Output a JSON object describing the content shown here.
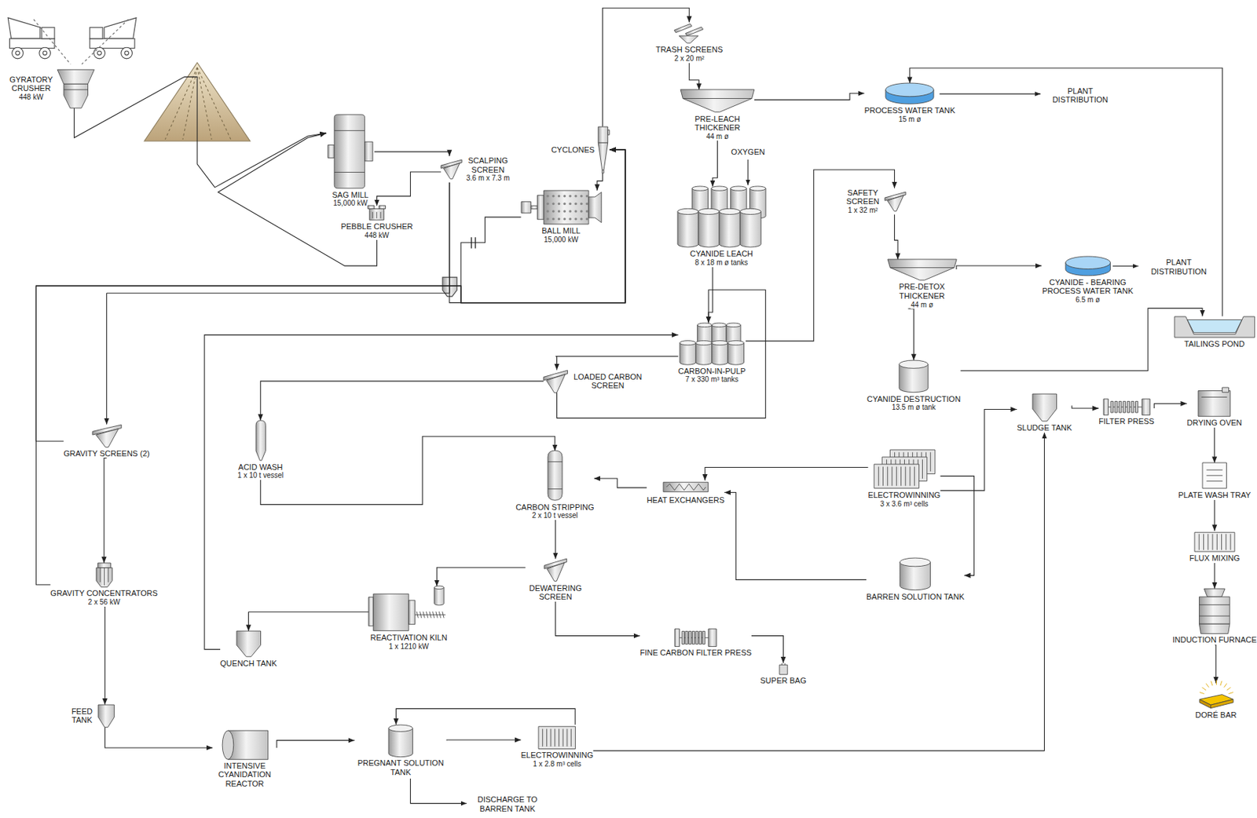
{
  "diagram": {
    "nodes": [
      {
        "text": [
          "GYRATORY CRUSHER",
          "448 kW"
        ]
      },
      {
        "text": [
          "TRASH SCREENS",
          "2 x 20 m²"
        ]
      },
      {
        "text": [
          "PROCESS WATER TANK",
          "15 m ø"
        ]
      },
      {
        "text": [
          "PRE-LEACH THICKENER",
          "44 m ø"
        ]
      },
      {
        "text": [
          "CYCLONES"
        ]
      },
      {
        "text": [
          "SCALPING SCREEN",
          "3.6 m x 7.3 m"
        ]
      },
      {
        "text": [
          "SAG MILL",
          "15,000 kW"
        ]
      },
      {
        "text": [
          "CYANIDE LEACH",
          "8 x 18 m ø tanks"
        ]
      },
      {
        "text": [
          "SAFETY SCREEN",
          "1 x 32 m²"
        ]
      },
      {
        "text": [
          "BALL MILL",
          "15,000 kW"
        ]
      },
      {
        "text": [
          "PEBBLE CRUSHER",
          "448 kW"
        ]
      },
      {
        "text": [
          "PRE-DETOX THICKENER",
          "44 m ø"
        ]
      },
      {
        "text": [
          "CYANIDE - BEARING PROCESS WATER TANK",
          "6.5 m ø"
        ]
      },
      {
        "text": [
          "TAILINGS POND"
        ]
      },
      {
        "text": [
          "CARBON-IN-PULP",
          "7 x 330 m³ tanks"
        ]
      },
      {
        "text": [
          "LOADED CARBON SCREEN"
        ]
      },
      {
        "text": [
          "CYANIDE DESTRUCTION",
          "13.5 m ø tank"
        ]
      },
      {
        "text": [
          "SLUDGE TANK"
        ]
      },
      {
        "text": [
          "FILTER PRESS"
        ]
      },
      {
        "text": [
          "DRYING OVEN"
        ]
      },
      {
        "text": [
          "GRAVITY SCREENS (2)"
        ]
      },
      {
        "text": [
          "ACID WASH",
          "1 x 10 t vessel"
        ]
      },
      {
        "text": [
          "CARBON STRIPPING",
          "2 x 10 t vessel"
        ]
      },
      {
        "text": [
          "HEAT EXCHANGERS"
        ]
      },
      {
        "text": [
          "ELECTROWINNING",
          "3 x 3.6 m³ cells"
        ]
      },
      {
        "text": [
          "PLATE WASH TRAY"
        ]
      },
      {
        "text": [
          "FLUX MIXING"
        ]
      },
      {
        "text": [
          "BARREN SOLUTION TANK"
        ]
      },
      {
        "text": [
          "GRAVITY CONCENTRATORS",
          "2 x 56 kW"
        ]
      },
      {
        "text": [
          "REACTIVATION KILN",
          "1 x 1210 kW"
        ]
      },
      {
        "text": [
          "DEWATERING SCREEN"
        ]
      },
      {
        "text": [
          "QUENCH TANK"
        ]
      },
      {
        "text": [
          "FINE CARBON FILTER PRESS"
        ]
      },
      {
        "text": [
          "SUPER BAG"
        ]
      },
      {
        "text": [
          "INDUCTION FURNACE"
        ]
      },
      {
        "text": [
          "DORÉ BAR"
        ]
      },
      {
        "text": [
          "FEED TANK"
        ]
      },
      {
        "text": [
          "INTENSIVE CYANIDATION REACTOR"
        ]
      },
      {
        "text": [
          "PREGNANT SOLUTION TANK"
        ]
      },
      {
        "text": [
          "ELECTROWINNING",
          "1 x 2.8 m³ cells"
        ]
      }
    ],
    "edges": [
      {
        "from": 0,
        "to": 6,
        "arrow": "to"
      },
      {
        "from": 6,
        "to": 5,
        "arrow": "to"
      },
      {
        "from": 5,
        "to": 10,
        "arrow": "to"
      },
      {
        "from": 10,
        "to": 6,
        "arrow": "to"
      },
      {
        "from": 5,
        "to": 4,
        "arrow": "to"
      },
      {
        "from": 9,
        "to": 4,
        "arrow": "to"
      },
      {
        "from": 4,
        "to": 9,
        "arrow": "to"
      },
      {
        "from": 4,
        "to": 1,
        "arrow": "to"
      },
      {
        "from": 1,
        "to": 3,
        "arrow": "to"
      },
      {
        "from": 3,
        "to": 2,
        "arrow": "to"
      },
      {
        "from": 13,
        "to": 2,
        "arrow": "to"
      },
      {
        "from": 3,
        "to": 7,
        "arrow": "to"
      },
      {
        "from": 7,
        "to": 14,
        "arrow": "to"
      },
      {
        "from": 14,
        "to": 15,
        "arrow": "to"
      },
      {
        "from": 15,
        "to": 14,
        "arrow": "to"
      },
      {
        "from": 15,
        "to": 21,
        "arrow": "to"
      },
      {
        "from": 21,
        "to": 22,
        "arrow": "to"
      },
      {
        "from": 24,
        "to": 23,
        "arrow": "to"
      },
      {
        "from": 23,
        "to": 22,
        "arrow": "to"
      },
      {
        "from": 27,
        "to": 23,
        "arrow": "to"
      },
      {
        "from": 24,
        "to": 27,
        "arrow": "to"
      },
      {
        "from": 24,
        "to": 17,
        "arrow": "to"
      },
      {
        "from": 22,
        "to": 30,
        "arrow": "to"
      },
      {
        "from": 30,
        "to": 29,
        "arrow": "to"
      },
      {
        "from": 30,
        "to": 32,
        "arrow": "to"
      },
      {
        "from": 32,
        "to": 33,
        "arrow": "to"
      },
      {
        "from": 29,
        "to": 31,
        "arrow": "to"
      },
      {
        "from": 31,
        "to": 14,
        "arrow": "to"
      },
      {
        "from": 14,
        "to": 8,
        "arrow": "to"
      },
      {
        "from": 8,
        "to": 11,
        "arrow": "to"
      },
      {
        "from": 11,
        "to": 12,
        "arrow": "to"
      },
      {
        "from": 11,
        "to": 16,
        "arrow": "to"
      },
      {
        "from": 16,
        "to": 13,
        "arrow": "to"
      },
      {
        "from": 17,
        "to": 18,
        "arrow": "to"
      },
      {
        "from": 18,
        "to": 19,
        "arrow": "to"
      },
      {
        "from": 19,
        "to": 25,
        "arrow": "to"
      },
      {
        "from": 25,
        "to": 26,
        "arrow": "to"
      },
      {
        "from": 26,
        "to": 34,
        "arrow": "to"
      },
      {
        "from": 34,
        "to": 35,
        "arrow": "to"
      },
      {
        "from": 5,
        "to": 20,
        "arrow": "to"
      },
      {
        "from": 20,
        "to": 4,
        "arrow": "to"
      },
      {
        "from": 28,
        "to": 4,
        "arrow": "to"
      },
      {
        "from": 20,
        "to": 28,
        "arrow": "to"
      },
      {
        "from": 28,
        "to": 36,
        "arrow": "to"
      },
      {
        "from": 36,
        "to": 37,
        "arrow": "to"
      },
      {
        "from": 37,
        "to": 38,
        "arrow": "to"
      },
      {
        "from": 38,
        "to": 39,
        "arrow": "to"
      },
      {
        "from": 39,
        "to": 38,
        "arrow": "to"
      },
      {
        "from": 39,
        "to": 17,
        "arrow": "to"
      }
    ],
    "labels": [
      "OXYGEN",
      "PLANT DISTRIBUTION",
      "PLANT DISTRIBUTION",
      "DISCHARGE TO BARREN TANK"
    ]
  }
}
